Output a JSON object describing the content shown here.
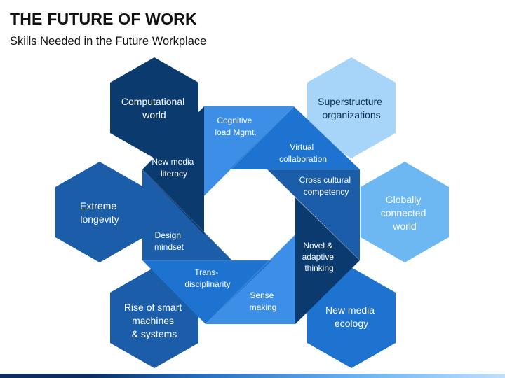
{
  "header": {
    "title": "THE FUTURE OF WORK",
    "subtitle": "Skills Needed in the Future Workplace"
  },
  "colors": {
    "navy": "#0b3b6e",
    "dark_blue": "#1b5da8",
    "blue": "#1e73d0",
    "mid_blue": "#3d8ee6",
    "light_blue": "#6db8f3",
    "pale_blue": "#a6d5f9"
  },
  "hexagons": [
    {
      "id": "computational",
      "lines": [
        "Computational",
        "world"
      ]
    },
    {
      "id": "superstructure",
      "lines": [
        "Superstructure",
        "organizations"
      ]
    },
    {
      "id": "longevity",
      "lines": [
        "Extreme",
        "longevity"
      ]
    },
    {
      "id": "globally",
      "lines": [
        "Globally",
        "connected",
        "world"
      ]
    },
    {
      "id": "machines",
      "lines": [
        "Rise of smart",
        "machines",
        "& systems"
      ]
    },
    {
      "id": "ecology",
      "lines": [
        "New media",
        "ecology"
      ]
    }
  ],
  "segments": [
    {
      "id": "cognitive",
      "lines": [
        "Cognitive",
        "load Mgmt."
      ]
    },
    {
      "id": "virtual",
      "lines": [
        "Virtual",
        "collaboration"
      ]
    },
    {
      "id": "cross-cultural",
      "lines": [
        "Cross cultural",
        "competency"
      ]
    },
    {
      "id": "novel",
      "lines": [
        "Novel &",
        "adaptive",
        "thinking"
      ]
    },
    {
      "id": "sense",
      "lines": [
        "Sense",
        "making"
      ]
    },
    {
      "id": "trans",
      "lines": [
        "Trans-",
        "disciplinarity"
      ]
    },
    {
      "id": "design",
      "lines": [
        "Design",
        "mindset"
      ]
    },
    {
      "id": "new-media-literacy",
      "lines": [
        "New media",
        "literacy"
      ]
    }
  ]
}
